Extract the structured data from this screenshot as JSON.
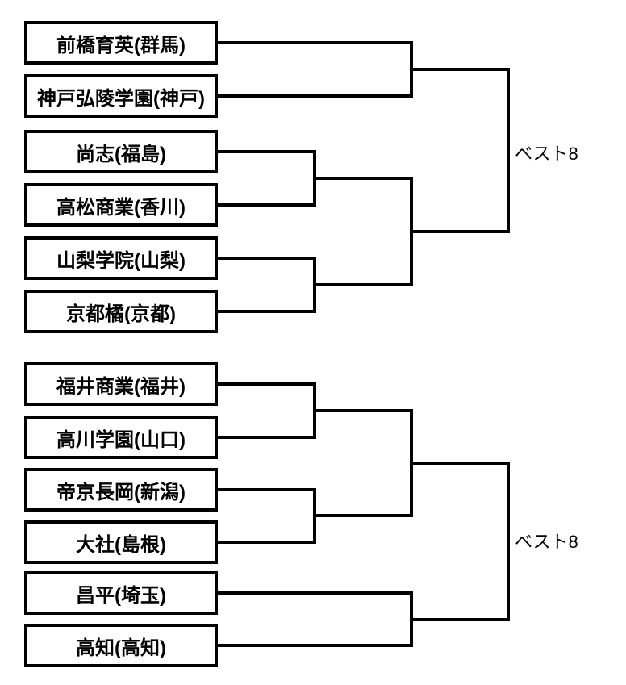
{
  "diagram_type": "tournament-bracket",
  "colors": {
    "background": "#ffffff",
    "line": "#000000",
    "text": "#000000"
  },
  "bracket_top": {
    "round_label": "ベスト8",
    "matches": [
      [
        "前橋育英(群馬)",
        "神戸弘陵学園(神戸)"
      ],
      [
        "尚志(福島)",
        "高松商業(香川)"
      ],
      [
        "山梨学院(山梨)",
        "京都橘(京都)"
      ]
    ]
  },
  "bracket_bottom": {
    "round_label": "ベスト8",
    "matches": [
      [
        "福井商業(福井)",
        "高川学園(山口)"
      ],
      [
        "帝京長岡(新潟)",
        "大社(島根)"
      ],
      [
        "昌平(埼玉)",
        "高知(高知)"
      ]
    ]
  }
}
